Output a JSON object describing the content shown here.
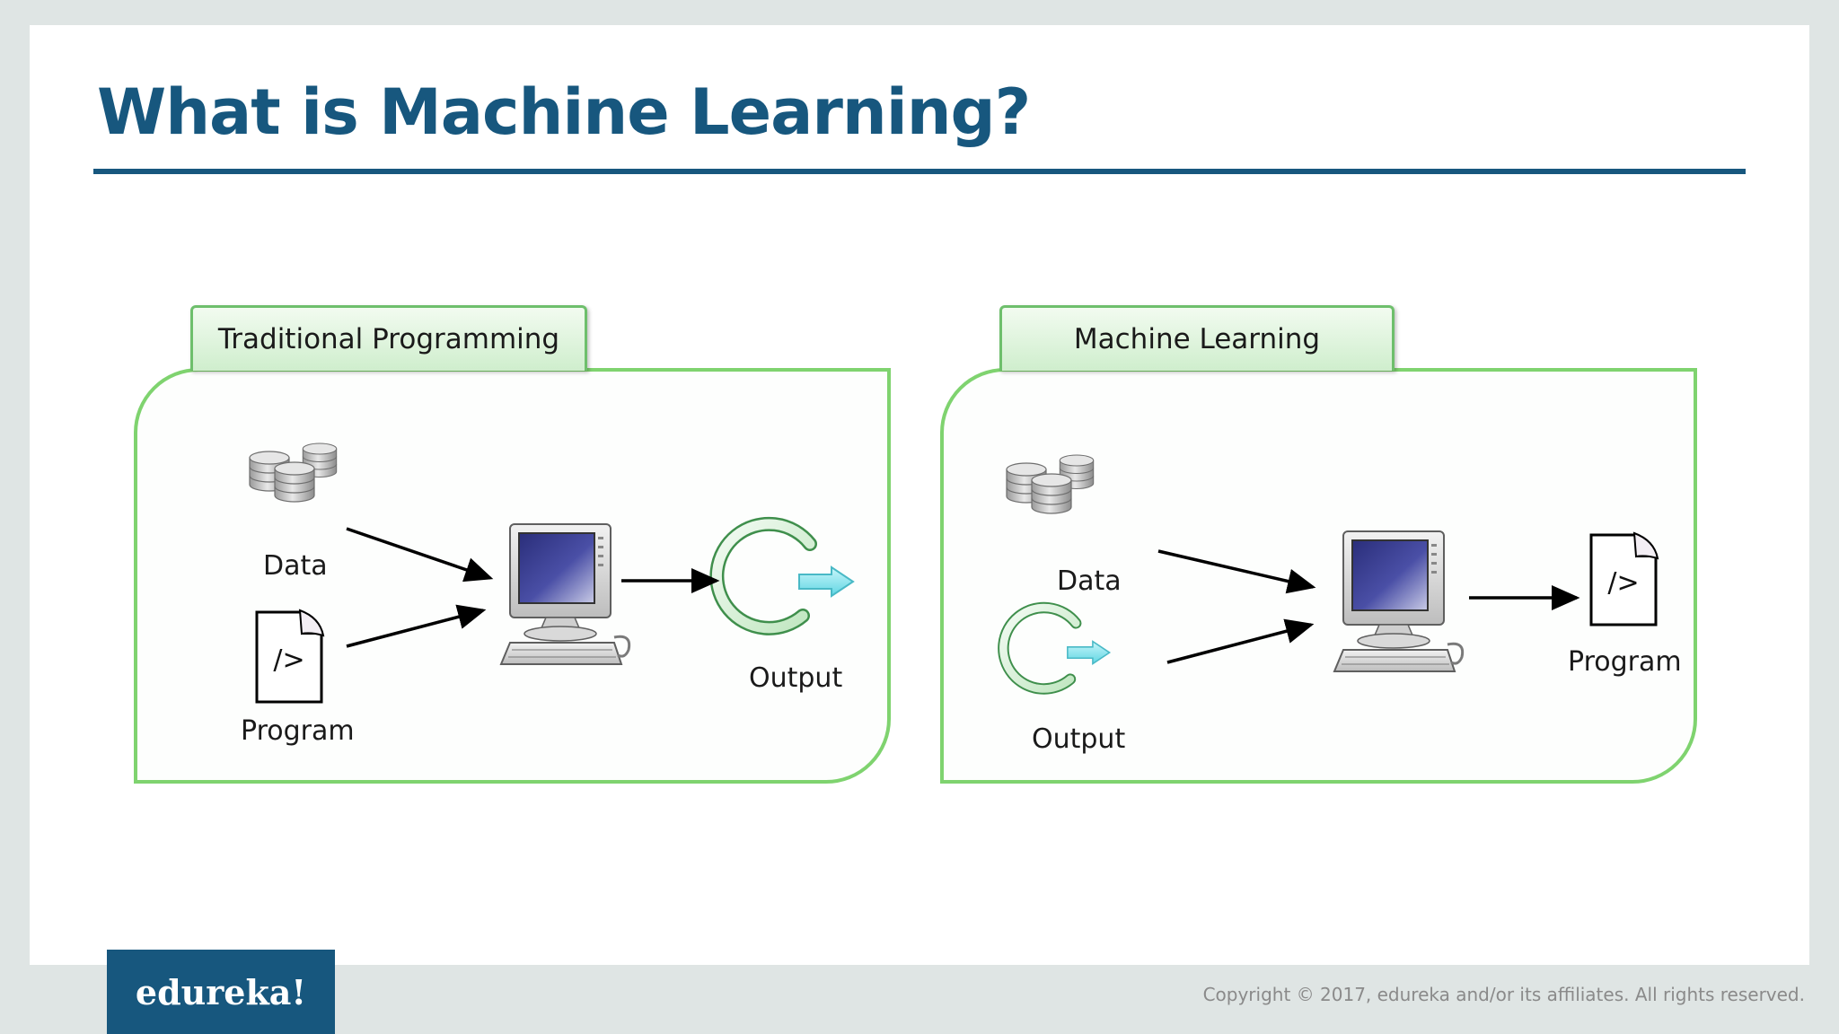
{
  "title": "What is Machine Learning?",
  "panels": {
    "traditional": {
      "tab_label": "Traditional Programming",
      "data_label": "Data",
      "program_label": "Program",
      "output_label": "Output"
    },
    "ml": {
      "tab_label": "Machine Learning",
      "data_label": "Data",
      "output_label": "Output",
      "program_label": "Program"
    }
  },
  "icons": {
    "database": "database-icon",
    "program": "code-file-icon",
    "computer": "computer-icon",
    "output": "output-cycle-icon"
  },
  "program_glyph": "/>",
  "brand": "edureka!",
  "copyright": "Copyright © 2017, edureka and/or its affiliates. All rights reserved.",
  "colors": {
    "title": "#17577e",
    "panel_border": "#7fd36f",
    "brand_bg": "#17577e",
    "output_arrow": "#7fe4ee"
  }
}
